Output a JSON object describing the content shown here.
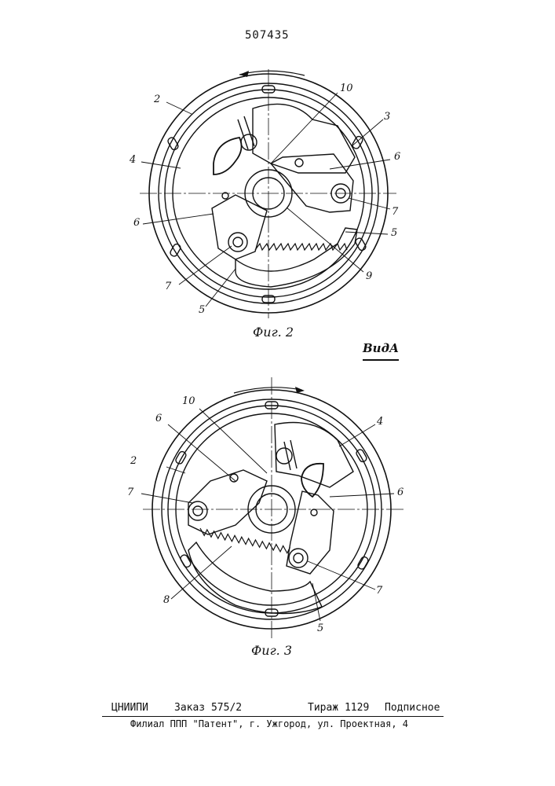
{
  "header": {
    "patent_number": "507435"
  },
  "figures": {
    "fig2": {
      "caption": "Фиг. 2",
      "labels": {
        "l2": "2",
        "l3": "3",
        "l4": "4",
        "l5a": "5",
        "l5b": "5",
        "l6a": "6",
        "l6b": "6",
        "l7a": "7",
        "l7b": "7",
        "l9": "9",
        "l10": "10"
      }
    },
    "view_label": "ВидА",
    "fig3": {
      "caption": "Фиг. 3",
      "labels": {
        "l2": "2",
        "l4": "4",
        "l5": "5",
        "l6a": "6",
        "l6b": "6",
        "l7a": "7",
        "l7b": "7",
        "l8": "8",
        "l10": "10"
      }
    }
  },
  "footer": {
    "org": "ЦНИИПИ",
    "order": "Заказ 575/2",
    "circulation": "Тираж  1129",
    "subscription": "Подписное",
    "branch": "Филиал ППП \"Патент\", г. Ужгород, ул. Проектная, 4"
  }
}
